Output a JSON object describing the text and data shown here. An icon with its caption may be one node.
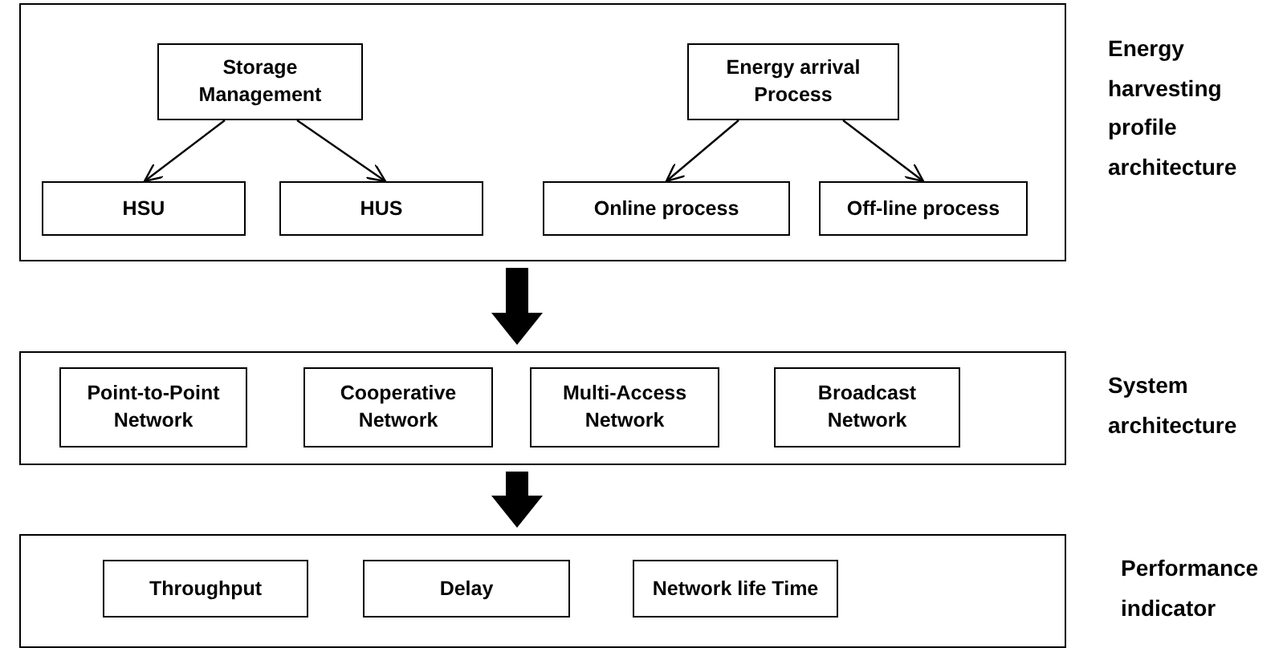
{
  "diagram": {
    "nodes": [
      {
        "text": [],
        "shape": "box",
        "beside": [
          "Energy harvesting profile architecture"
        ]
      },
      {
        "text": [
          "Storage Management"
        ],
        "in": 0
      },
      {
        "text": [
          "Energy arrival Process"
        ],
        "in": 0
      },
      {
        "text": [
          "HSU"
        ],
        "in": 0
      },
      {
        "text": [
          "HUS"
        ],
        "in": 0
      },
      {
        "text": [
          "Online process"
        ],
        "in": 0
      },
      {
        "text": [
          "Off-line process"
        ],
        "in": 0
      },
      {
        "text": [],
        "shape": "box",
        "beside": [
          "System architecture"
        ]
      },
      {
        "text": [
          "Point-to-Point Network"
        ],
        "in": 7
      },
      {
        "text": [
          "Cooperative Network"
        ],
        "in": 7
      },
      {
        "text": [
          "Multi-Access Network"
        ],
        "in": 7
      },
      {
        "text": [
          "Broadcast Network"
        ],
        "in": 7
      },
      {
        "text": [],
        "shape": "box",
        "beside": [
          "Performance indicator"
        ]
      },
      {
        "text": [
          "Throughput"
        ],
        "in": 12
      },
      {
        "text": [
          "Delay"
        ],
        "in": 12
      },
      {
        "text": [
          "Network life Time"
        ],
        "in": 12
      }
    ],
    "edges": [
      {
        "from": 1,
        "to": 3,
        "arrow": "to"
      },
      {
        "from": 1,
        "to": 4,
        "arrow": "to"
      },
      {
        "from": 2,
        "to": 5,
        "arrow": "to"
      },
      {
        "from": 2,
        "to": 6,
        "arrow": "to"
      },
      {
        "from": 0,
        "to": 7,
        "arrow": "to",
        "style": "thick"
      },
      {
        "from": 7,
        "to": 12,
        "arrow": "to",
        "style": "thick"
      }
    ]
  }
}
